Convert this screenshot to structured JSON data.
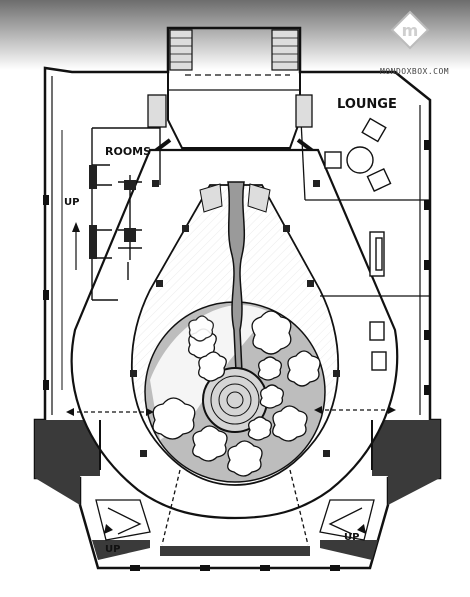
{
  "labels": {
    "lounge": "LOUNGE",
    "rooms": "ROOMS",
    "up_left_wall": "UP",
    "up_stair_left": "UP",
    "up_stair_right": "UP"
  },
  "watermark": {
    "logo_letter": "m",
    "text": "MONDOXBOX.COM"
  },
  "colors": {
    "ink": "#111111",
    "wall_fill": "#3a3a3a",
    "shadow_gray": "#a9a9a9",
    "planter_gray": "#bdbdbd",
    "paper": "#ffffff"
  }
}
